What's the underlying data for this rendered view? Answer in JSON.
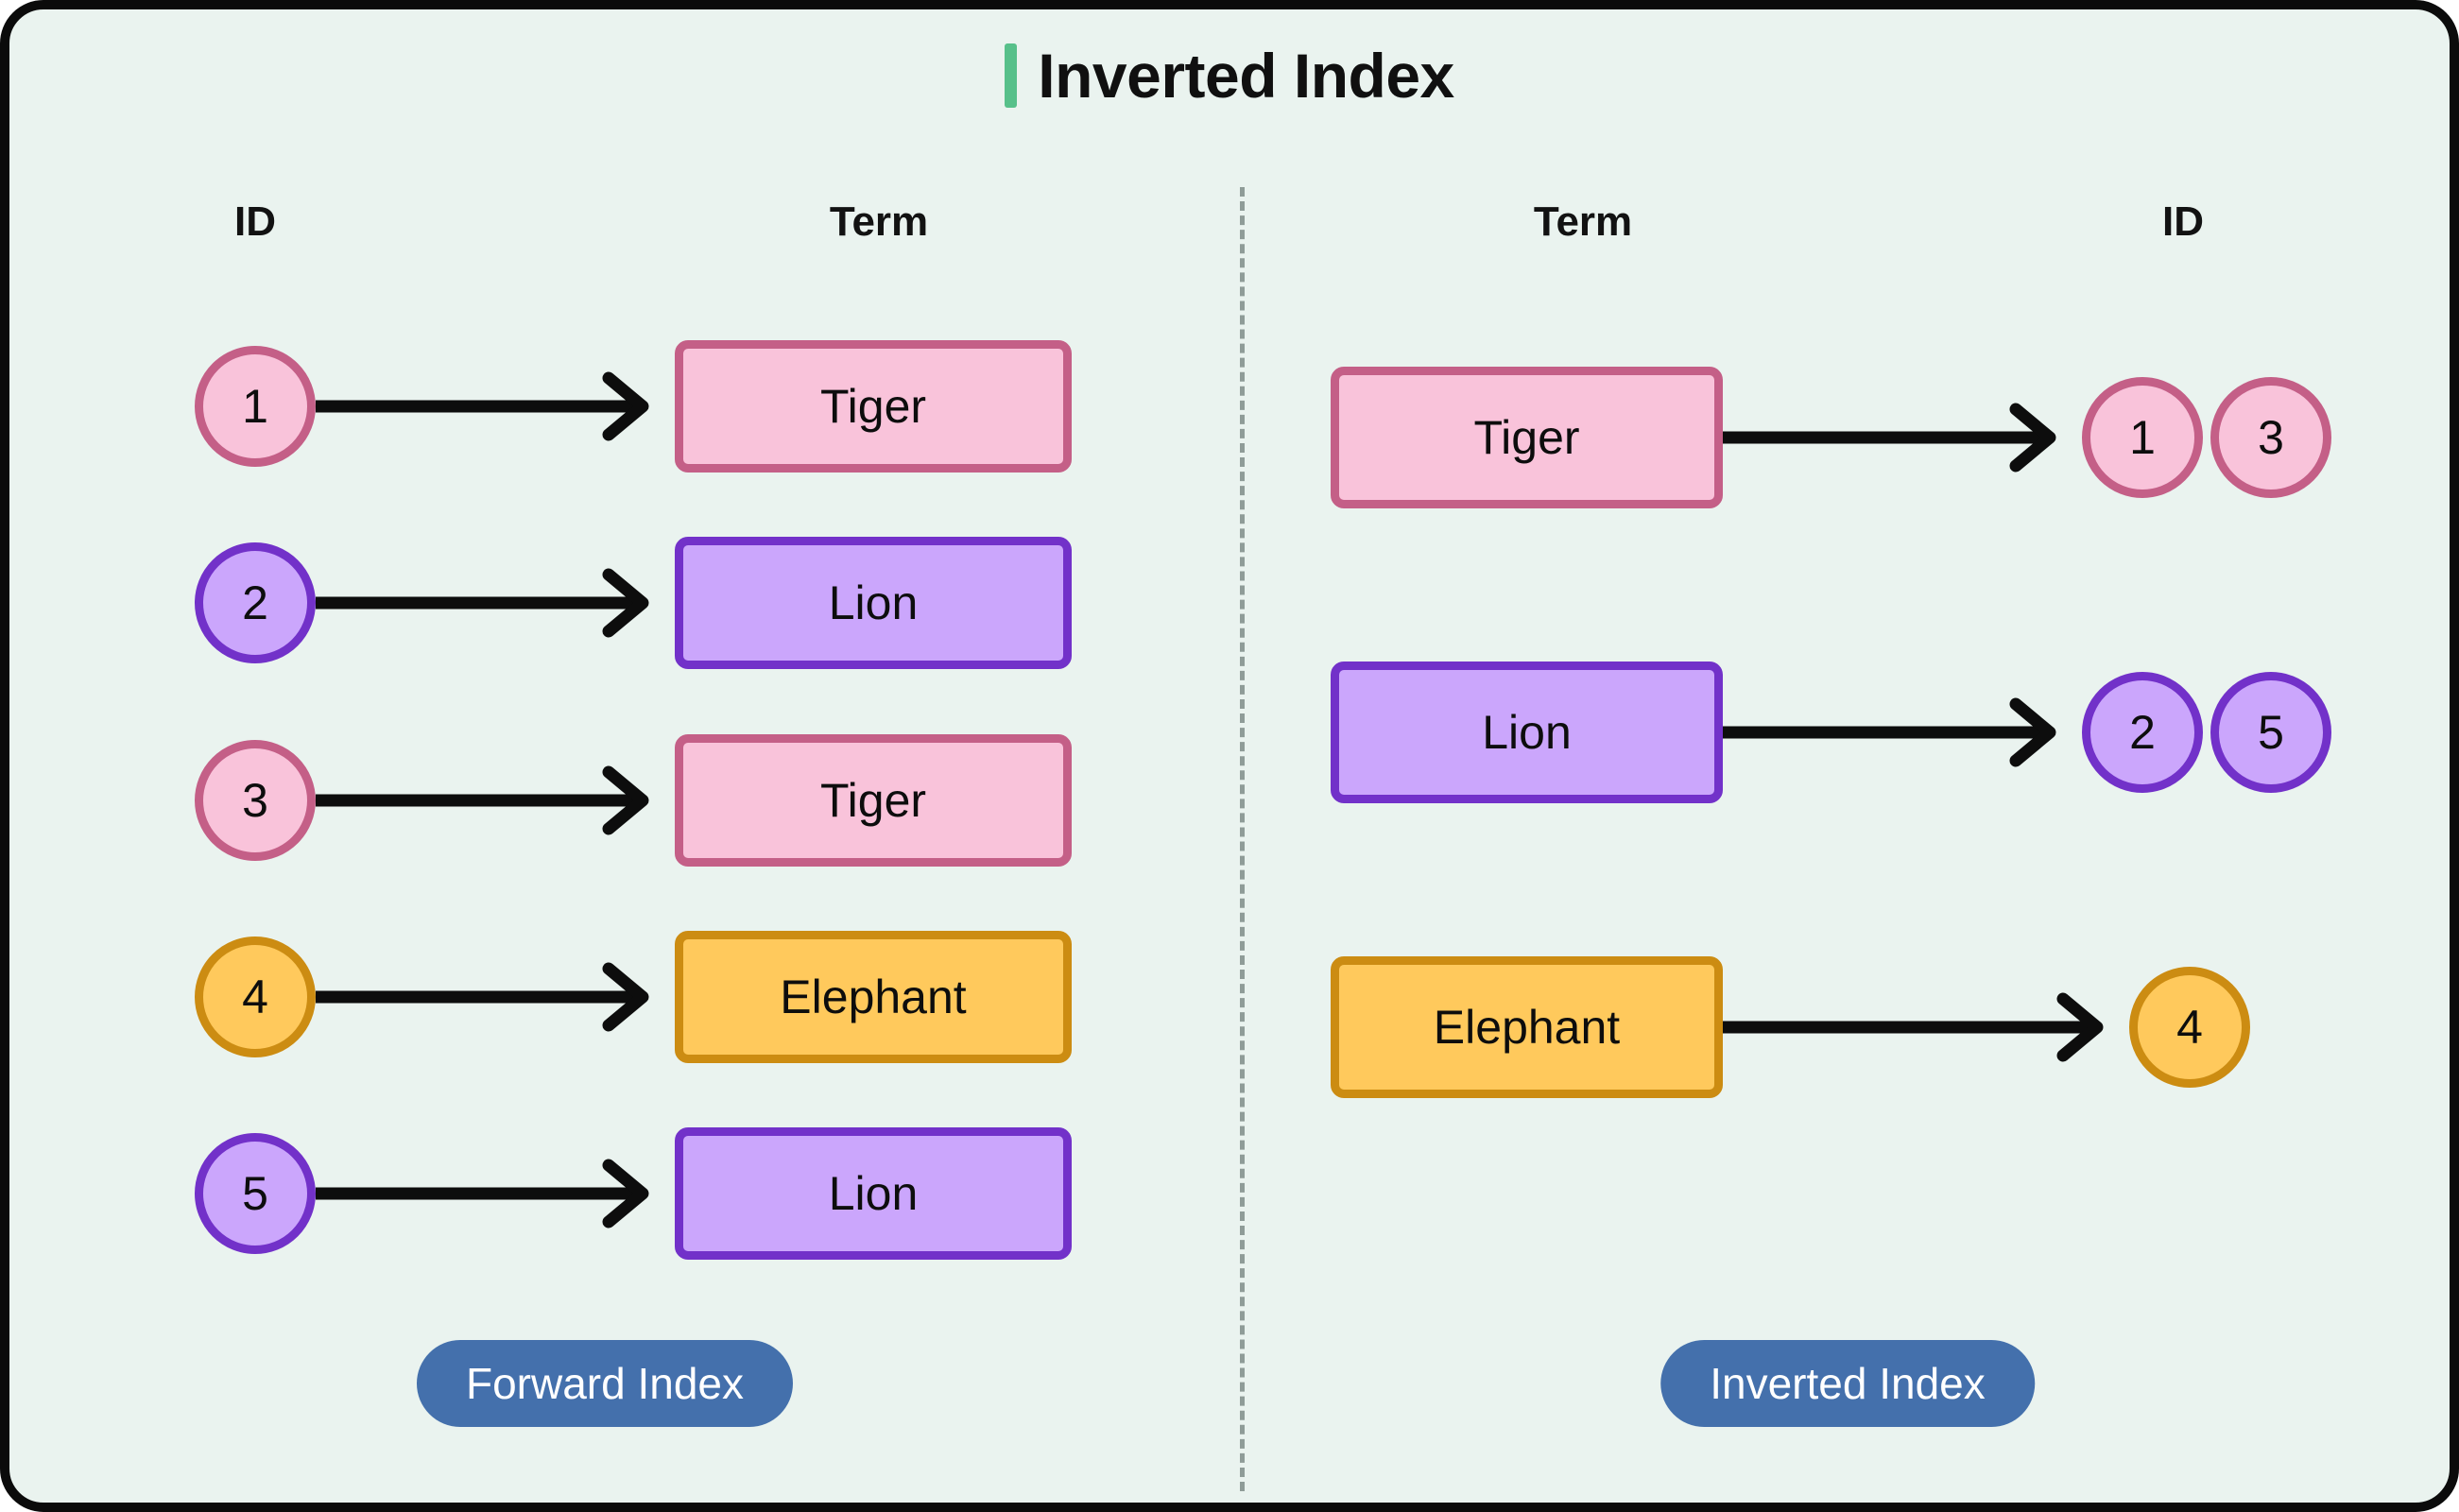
{
  "title": {
    "text": "Inverted Index",
    "accent_color": "#57C08A"
  },
  "background_color": "#EAF3EF",
  "frame_color": "#0b0b0b",
  "divider": {
    "style": "dashed",
    "color": "#8f9c98"
  },
  "palette": {
    "pink_fill": "#F9C3DA",
    "pink_border": "#C45F87",
    "purple_fill": "#CBA6FC",
    "purple_border": "#7231C9",
    "orange_fill": "#FFC95C",
    "orange_border": "#CC8C12",
    "pill_blue": "#4470AC",
    "arrow_black": "#0d0d0d"
  },
  "left_panel": {
    "headers": {
      "id": "ID",
      "term": "Term"
    },
    "pill_label": "Forward Index",
    "rows": [
      {
        "id": "1",
        "term": "Tiger",
        "color": "pink"
      },
      {
        "id": "2",
        "term": "Lion",
        "color": "purple"
      },
      {
        "id": "3",
        "term": "Tiger",
        "color": "pink"
      },
      {
        "id": "4",
        "term": "Elephant",
        "color": "orange"
      },
      {
        "id": "5",
        "term": "Lion",
        "color": "purple"
      }
    ]
  },
  "right_panel": {
    "headers": {
      "term": "Term",
      "id": "ID"
    },
    "pill_label": "Inverted Index",
    "rows": [
      {
        "term": "Tiger",
        "ids": [
          "1",
          "3"
        ],
        "color": "pink"
      },
      {
        "term": "Lion",
        "ids": [
          "2",
          "5"
        ],
        "color": "purple"
      },
      {
        "term": "Elephant",
        "ids": [
          "4"
        ],
        "color": "orange"
      }
    ]
  }
}
